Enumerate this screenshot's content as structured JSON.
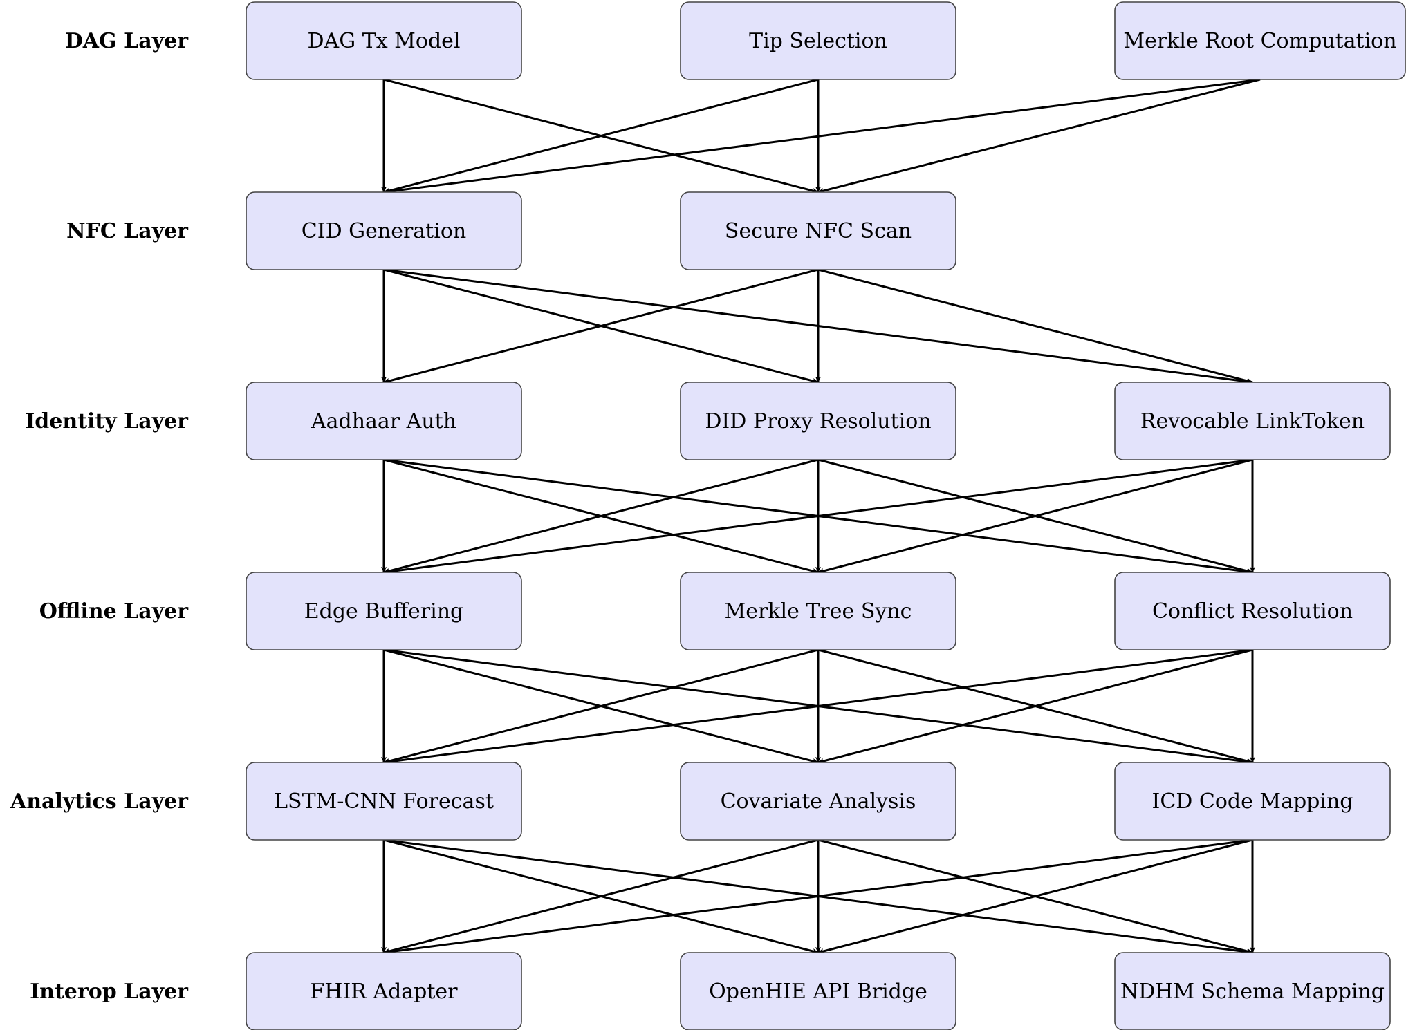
{
  "colors": {
    "node_fill": "#e3e3fb",
    "node_border": "#444444",
    "edge": "#000000",
    "text": "#000000"
  },
  "layers": [
    {
      "label": "DAG Layer",
      "nodes": [
        "DAG Tx Model",
        "Tip Selection",
        "Merkle Root Computation"
      ]
    },
    {
      "label": "NFC Layer",
      "nodes": [
        "CID Generation",
        "Secure NFC Scan"
      ]
    },
    {
      "label": "Identity Layer",
      "nodes": [
        "Aadhaar Auth",
        "DID Proxy Resolution",
        "Revocable LinkToken"
      ]
    },
    {
      "label": "Offline Layer",
      "nodes": [
        "Edge Buffering",
        "Merkle Tree Sync",
        "Conflict Resolution"
      ]
    },
    {
      "label": "Analytics Layer",
      "nodes": [
        "LSTM-CNN Forecast",
        "Covariate Analysis",
        "ICD Code Mapping"
      ]
    },
    {
      "label": "Interop Layer",
      "nodes": [
        "FHIR Adapter",
        "OpenHIE API Bridge",
        "NDHM Schema Mapping"
      ]
    }
  ],
  "edges": [
    {
      "from": [
        0,
        0
      ],
      "to": [
        1,
        0
      ]
    },
    {
      "from": [
        0,
        0
      ],
      "to": [
        1,
        1
      ]
    },
    {
      "from": [
        0,
        1
      ],
      "to": [
        1,
        0
      ]
    },
    {
      "from": [
        0,
        1
      ],
      "to": [
        1,
        1
      ]
    },
    {
      "from": [
        0,
        2
      ],
      "to": [
        1,
        0
      ]
    },
    {
      "from": [
        0,
        2
      ],
      "to": [
        1,
        1
      ]
    },
    {
      "from": [
        1,
        0
      ],
      "to": [
        2,
        0
      ]
    },
    {
      "from": [
        1,
        0
      ],
      "to": [
        2,
        1
      ]
    },
    {
      "from": [
        1,
        0
      ],
      "to": [
        2,
        2
      ]
    },
    {
      "from": [
        1,
        1
      ],
      "to": [
        2,
        0
      ]
    },
    {
      "from": [
        1,
        1
      ],
      "to": [
        2,
        1
      ]
    },
    {
      "from": [
        1,
        1
      ],
      "to": [
        2,
        2
      ]
    },
    {
      "from": [
        2,
        0
      ],
      "to": [
        3,
        0
      ]
    },
    {
      "from": [
        2,
        0
      ],
      "to": [
        3,
        1
      ]
    },
    {
      "from": [
        2,
        0
      ],
      "to": [
        3,
        2
      ]
    },
    {
      "from": [
        2,
        1
      ],
      "to": [
        3,
        0
      ]
    },
    {
      "from": [
        2,
        1
      ],
      "to": [
        3,
        1
      ]
    },
    {
      "from": [
        2,
        1
      ],
      "to": [
        3,
        2
      ]
    },
    {
      "from": [
        2,
        2
      ],
      "to": [
        3,
        0
      ]
    },
    {
      "from": [
        2,
        2
      ],
      "to": [
        3,
        1
      ]
    },
    {
      "from": [
        2,
        2
      ],
      "to": [
        3,
        2
      ]
    },
    {
      "from": [
        3,
        0
      ],
      "to": [
        4,
        0
      ]
    },
    {
      "from": [
        3,
        0
      ],
      "to": [
        4,
        1
      ]
    },
    {
      "from": [
        3,
        0
      ],
      "to": [
        4,
        2
      ]
    },
    {
      "from": [
        3,
        1
      ],
      "to": [
        4,
        0
      ]
    },
    {
      "from": [
        3,
        1
      ],
      "to": [
        4,
        1
      ]
    },
    {
      "from": [
        3,
        1
      ],
      "to": [
        4,
        2
      ]
    },
    {
      "from": [
        3,
        2
      ],
      "to": [
        4,
        0
      ]
    },
    {
      "from": [
        3,
        2
      ],
      "to": [
        4,
        1
      ]
    },
    {
      "from": [
        3,
        2
      ],
      "to": [
        4,
        2
      ]
    },
    {
      "from": [
        4,
        0
      ],
      "to": [
        5,
        0
      ]
    },
    {
      "from": [
        4,
        0
      ],
      "to": [
        5,
        1
      ]
    },
    {
      "from": [
        4,
        0
      ],
      "to": [
        5,
        2
      ]
    },
    {
      "from": [
        4,
        1
      ],
      "to": [
        5,
        0
      ]
    },
    {
      "from": [
        4,
        1
      ],
      "to": [
        5,
        1
      ]
    },
    {
      "from": [
        4,
        1
      ],
      "to": [
        5,
        2
      ]
    },
    {
      "from": [
        4,
        2
      ],
      "to": [
        5,
        0
      ]
    },
    {
      "from": [
        4,
        2
      ],
      "to": [
        5,
        1
      ]
    },
    {
      "from": [
        4,
        2
      ],
      "to": [
        5,
        2
      ]
    }
  ]
}
